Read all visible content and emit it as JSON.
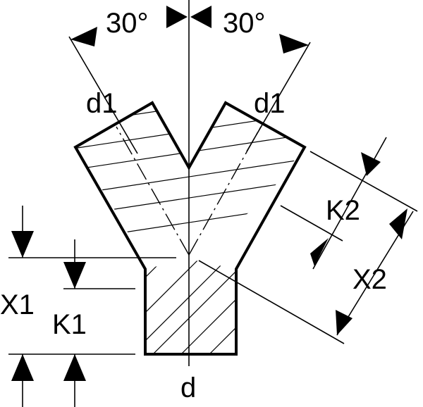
{
  "labels": {
    "angle_left": "30°",
    "angle_right": "30°",
    "d1_left": "d1",
    "d1_right": "d1",
    "k2": "K2",
    "x2": "X2",
    "x1": "X1",
    "k1": "K1",
    "d": "d"
  },
  "colors": {
    "line": "#000000",
    "background": "#ffffff"
  }
}
